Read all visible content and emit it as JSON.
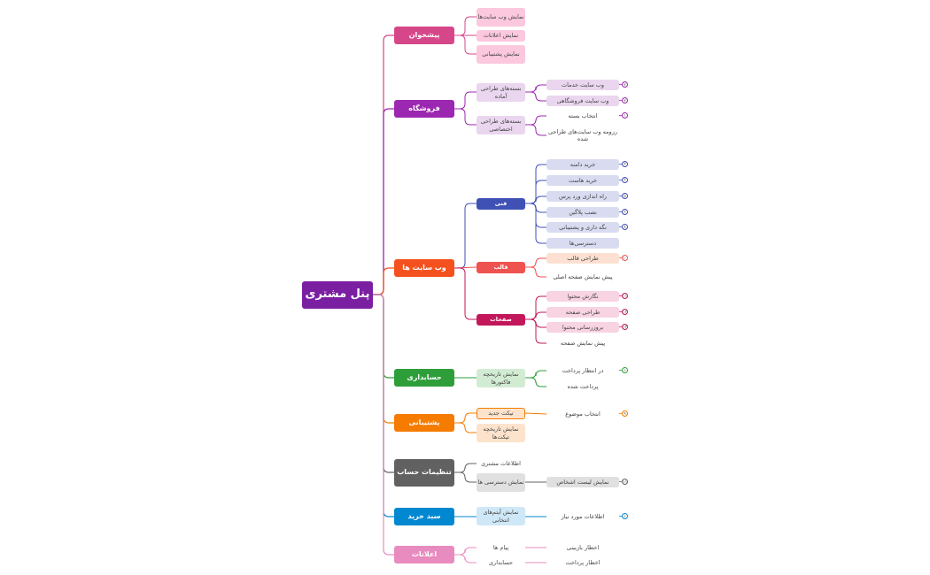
{
  "root": {
    "label": "پنل مشتری"
  },
  "branches": [
    {
      "key": "pishkhan",
      "label": "پیشخوان",
      "color": "#d6478a",
      "children": [
        {
          "label": "نمایش وب سایت‌ها"
        },
        {
          "label": "نمایش اعلانات"
        },
        {
          "label": "نمایش پشتیبانی"
        }
      ]
    },
    {
      "key": "forushgah",
      "label": "فروشگاه",
      "color": "#9c27b0",
      "children": [
        {
          "label": "بسته‌های طراحی آماده",
          "children": [
            {
              "label": "وب سایت خدمات",
              "badge": "۷"
            },
            {
              "label": "وب سایت فروشگاهی",
              "badge": "۷"
            }
          ]
        },
        {
          "label": "بسته‌های طراحی اختصاصی",
          "children": [
            {
              "label": "انتخاب بسته",
              "badge": "۱"
            },
            {
              "label": "رزومه وب سایت‌های طراحی شده"
            }
          ]
        }
      ]
    },
    {
      "key": "websites",
      "label": "وب سایت ها",
      "color": "#f4511e",
      "children": [
        {
          "label": "فنی",
          "color": "#3f51b5",
          "children": [
            {
              "label": "خرید دامنه",
              "badge": "۳"
            },
            {
              "label": "خرید هاست",
              "badge": "۴"
            },
            {
              "label": "راه اندازی ورد پرس",
              "badge": "۵"
            },
            {
              "label": "نصب پلاگین",
              "badge": "۶"
            },
            {
              "label": "نگه داری و پشتیبانی",
              "badge": "۸"
            },
            {
              "label": "دسترسی‌ها"
            }
          ]
        },
        {
          "label": "قالب",
          "color": "#ef5350",
          "children": [
            {
              "label": "طراحی قالب",
              "badge": "۱۰"
            },
            {
              "label": "پیش نمایش صفحه اصلی"
            }
          ]
        },
        {
          "label": "صفحات",
          "color": "#c2185b",
          "children": [
            {
              "label": "نگارش محتوا",
              "badge": "۱۱"
            },
            {
              "label": "طراحی صفحه",
              "badge": "۱۲"
            },
            {
              "label": "بروزرسانی محتوا",
              "badge": "۱۳"
            },
            {
              "label": "پیش نمایش صفحه"
            }
          ]
        }
      ]
    },
    {
      "key": "hesabdari",
      "label": "حسابداری",
      "color": "#2e9e3a",
      "children": [
        {
          "label": "نمایش تاریخچه فاکتورها",
          "children": [
            {
              "label": "در انتظار پرداخت",
              "badge": "۱"
            },
            {
              "label": "پرداخت شده"
            }
          ]
        }
      ]
    },
    {
      "key": "poshtibani",
      "label": "پشتیبانی",
      "color": "#f57c00",
      "children": [
        {
          "label": "تیکت جدید",
          "children": [
            {
              "label": "انتخاب موضوع",
              "badge": "۹"
            }
          ]
        },
        {
          "label": "نمایش تاریخچه تیکت‌ها"
        }
      ]
    },
    {
      "key": "tanzimat",
      "label": "تنظیمات حساب",
      "color": "#616161",
      "children": [
        {
          "label": "اطلاعات مشتری"
        },
        {
          "label": "نمایش دسترسی ها",
          "children": [
            {
              "label": "نمایش لیست اشخاص",
              "badge": "۱۱"
            }
          ]
        }
      ]
    },
    {
      "key": "sabad",
      "label": "سبد خرید",
      "color": "#0288d1",
      "children": [
        {
          "label": "نمایش آیتم‌های انتخابی",
          "children": [
            {
              "label": "اطلاعات مورد نیاز",
              "badge": "۱"
            }
          ]
        }
      ]
    },
    {
      "key": "elanat",
      "label": "اعلانات",
      "color": "#e88bbf",
      "children": [
        {
          "label": "پیام ها",
          "children": [
            {
              "label": "اخطار بازبینی"
            }
          ]
        },
        {
          "label": "حسابداری",
          "children": [
            {
              "label": "اخطار پرداخت"
            }
          ]
        }
      ]
    }
  ]
}
